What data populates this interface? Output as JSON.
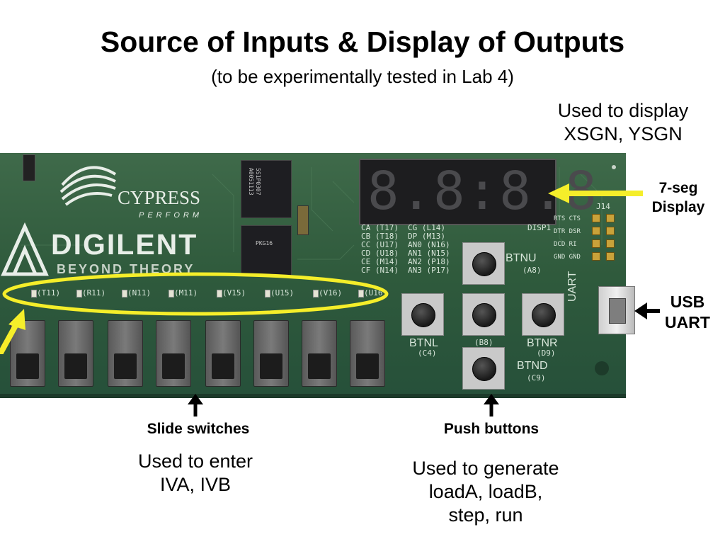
{
  "slide": {
    "title": "Source of Inputs & Display of Outputs",
    "subtitle": "(to be experimentally tested in Lab 4)"
  },
  "notes": {
    "display_line1": "Used to display",
    "display_line2": "XSGN, YSGN",
    "enter_line1": "Used to enter",
    "enter_line2": "IVA, IVB",
    "generate_line1": "Used to generate",
    "generate_line2": "loadA, loadB,",
    "generate_line3": "step, run"
  },
  "callouts": {
    "seg_line1": "7-seg",
    "seg_line2": "Display",
    "usb_line1": "USB",
    "usb_line2": "UART",
    "slide_switches": "Slide switches",
    "push_buttons": "Push buttons"
  },
  "board": {
    "logo_cypress": "CYPRESS",
    "logo_perform": "PERFORM",
    "logo_digilent": "DIGILENT",
    "logo_beyond": "BEYOND THEORY",
    "seg_digits": "8.8:8.8",
    "seg_pins_col1": [
      "CA (T17)",
      "CB (T18)",
      "CC (U17)",
      "CD (U18)",
      "CE (M14)",
      "CF (N14)"
    ],
    "seg_pins_col2": [
      "CG (L14)",
      "DP (M13)",
      "AN0 (N16)",
      "AN1 (N15)",
      "AN2 (P18)",
      "AN3 (P17)"
    ],
    "led_labels": [
      "(T11)",
      "(R11)",
      "(N11)",
      "(M11)",
      "(V15)",
      "(U15)",
      "(V16)",
      "(U16)"
    ],
    "button_labels": {
      "btnu": "BTNU",
      "btnu_pin": "(A8)",
      "btnl": "BTNL",
      "btnl_pin": "(C4)",
      "btnc_pin": "(B8)",
      "btnr": "BTNR",
      "btnr_pin": "(D9)",
      "btnd": "BTND",
      "btnd_pin": "(C9)"
    },
    "uart": "UART",
    "header_labels": [
      "RTS CTS",
      "DTR DSR",
      "DCD RI",
      "GND GND"
    ],
    "j14": "J14",
    "disp1": "DISP1"
  },
  "colors": {
    "arrow_yellow": "#f5ee2a",
    "board_green": "#2f5a3c",
    "ellipse_yellow": "#f5ee2a"
  }
}
